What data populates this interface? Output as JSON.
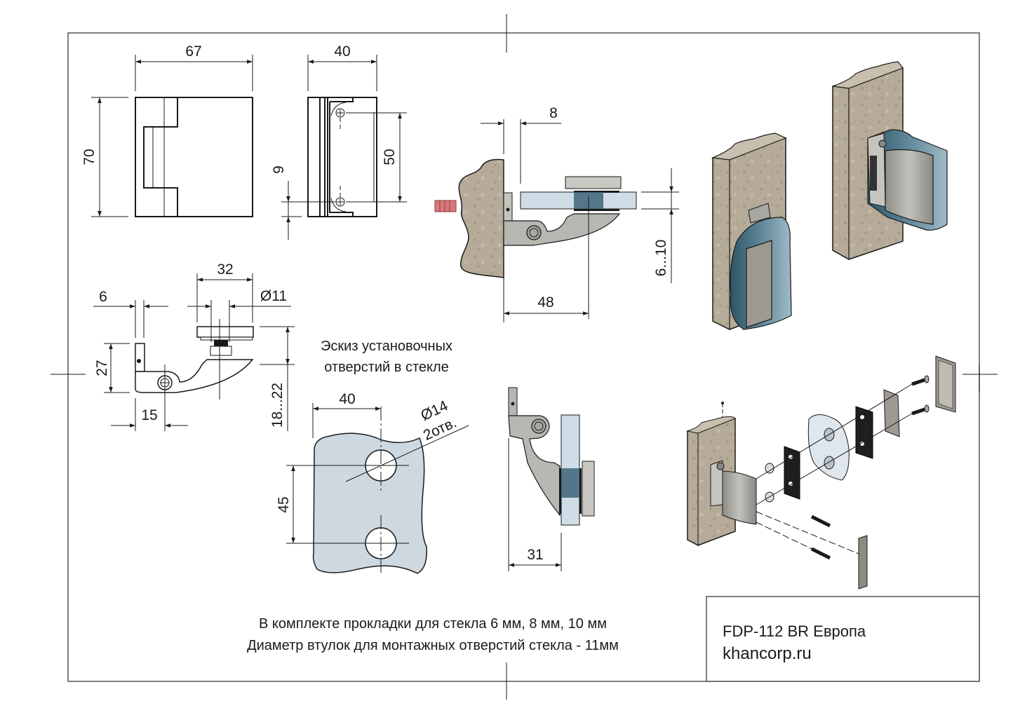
{
  "drawing": {
    "product": "FDP-112 BR Европа",
    "website": "khancorp.ru",
    "notes": [
      "В комплекте прокладки для стекла 6 мм, 8 мм, 10 мм",
      "Диаметр втулок для монтажных отверстий стекла - 11мм"
    ],
    "sketch_title": [
      "Эскиз установочных",
      "отверстий в стекле"
    ],
    "front_view": {
      "width": "67",
      "height": "70"
    },
    "side_view": {
      "width": "40",
      "hole_spacing": "50",
      "hole_offset": "9"
    },
    "top_view": {
      "gap": "8",
      "depth": "48",
      "glass_thickness": "6...10"
    },
    "section_view": {
      "clamp": "32",
      "bushing": "Ø11",
      "plate": "6",
      "height": "27",
      "pivot": "15",
      "range": "18...22"
    },
    "hole_sketch": {
      "edge": "40",
      "spacing": "45",
      "diameter": "Ø14",
      "count": "2отв."
    },
    "end_view": {
      "width": "31"
    },
    "colors": {
      "stone": "#b5ab98",
      "metal": "#b9b7b1",
      "glass": "#cfdde6",
      "glass_dark": "#3d6578",
      "gasket": "#1a1a1a",
      "anchor": "#d9777a"
    }
  }
}
